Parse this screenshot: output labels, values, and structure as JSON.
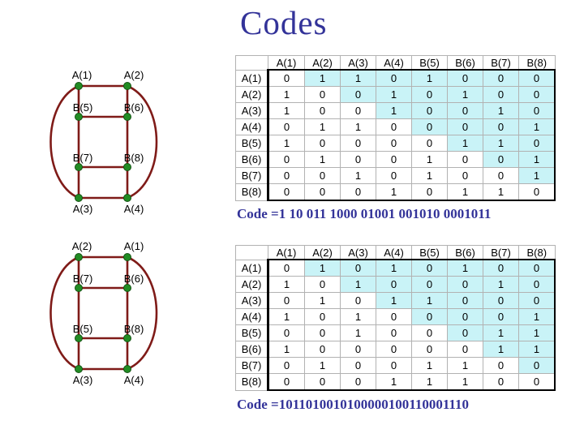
{
  "title": "Codes",
  "colors": {
    "accent": "#333399",
    "highlight": "#c9f3f7",
    "graph_edge": "#7f1b18",
    "graph_node": "#228c24"
  },
  "sections": [
    {
      "graph_labels": {
        "top_left": "A(1)",
        "top_right": "A(2)",
        "mid1_left": "B(5)",
        "mid1_right": "B(6)",
        "mid2_left": "B(7)",
        "mid2_right": "B(8)",
        "bottom_left": "A(3)",
        "bottom_right": "A(4)"
      },
      "matrix": {
        "col_headers": [
          "A(1)",
          "A(2)",
          "A(3)",
          "A(4)",
          "B(5)",
          "B(6)",
          "B(7)",
          "B(8)"
        ],
        "row_headers": [
          "A(1)",
          "A(2)",
          "A(3)",
          "A(4)",
          "B(5)",
          "B(6)",
          "B(7)",
          "B(8)"
        ],
        "rows": [
          [
            0,
            1,
            1,
            0,
            1,
            0,
            0,
            0
          ],
          [
            1,
            0,
            0,
            1,
            0,
            1,
            0,
            0
          ],
          [
            1,
            0,
            0,
            1,
            0,
            0,
            1,
            0
          ],
          [
            0,
            1,
            1,
            0,
            0,
            0,
            0,
            1
          ],
          [
            1,
            0,
            0,
            0,
            0,
            1,
            1,
            0
          ],
          [
            0,
            1,
            0,
            0,
            1,
            0,
            0,
            1
          ],
          [
            0,
            0,
            1,
            0,
            1,
            0,
            0,
            1
          ],
          [
            0,
            0,
            0,
            1,
            0,
            1,
            1,
            0
          ]
        ]
      },
      "code_label": "Code =",
      "code_value": "1 10 011 1000 01001 001010 0001011"
    },
    {
      "graph_labels": {
        "top_left": "A(2)",
        "top_right": "A(1)",
        "mid1_left": "B(7)",
        "mid1_right": "B(6)",
        "mid2_left": "B(5)",
        "mid2_right": "B(8)",
        "bottom_left": "A(3)",
        "bottom_right": "A(4)"
      },
      "matrix": {
        "col_headers": [
          "A(1)",
          "A(2)",
          "A(3)",
          "A(4)",
          "B(5)",
          "B(6)",
          "B(7)",
          "B(8)"
        ],
        "row_headers": [
          "A(1)",
          "A(2)",
          "A(3)",
          "A(4)",
          "B(5)",
          "B(6)",
          "B(7)",
          "B(8)"
        ],
        "rows": [
          [
            0,
            1,
            0,
            1,
            0,
            1,
            0,
            0
          ],
          [
            1,
            0,
            1,
            0,
            0,
            0,
            1,
            0
          ],
          [
            0,
            1,
            0,
            1,
            1,
            0,
            0,
            0
          ],
          [
            1,
            0,
            1,
            0,
            0,
            0,
            0,
            1
          ],
          [
            0,
            0,
            1,
            0,
            0,
            0,
            1,
            1
          ],
          [
            1,
            0,
            0,
            0,
            0,
            0,
            1,
            1
          ],
          [
            0,
            1,
            0,
            0,
            1,
            1,
            0,
            0
          ],
          [
            0,
            0,
            0,
            1,
            1,
            1,
            0,
            0
          ]
        ]
      },
      "code_label": "Code =",
      "code_value": "1011010010100000100110001110"
    }
  ]
}
